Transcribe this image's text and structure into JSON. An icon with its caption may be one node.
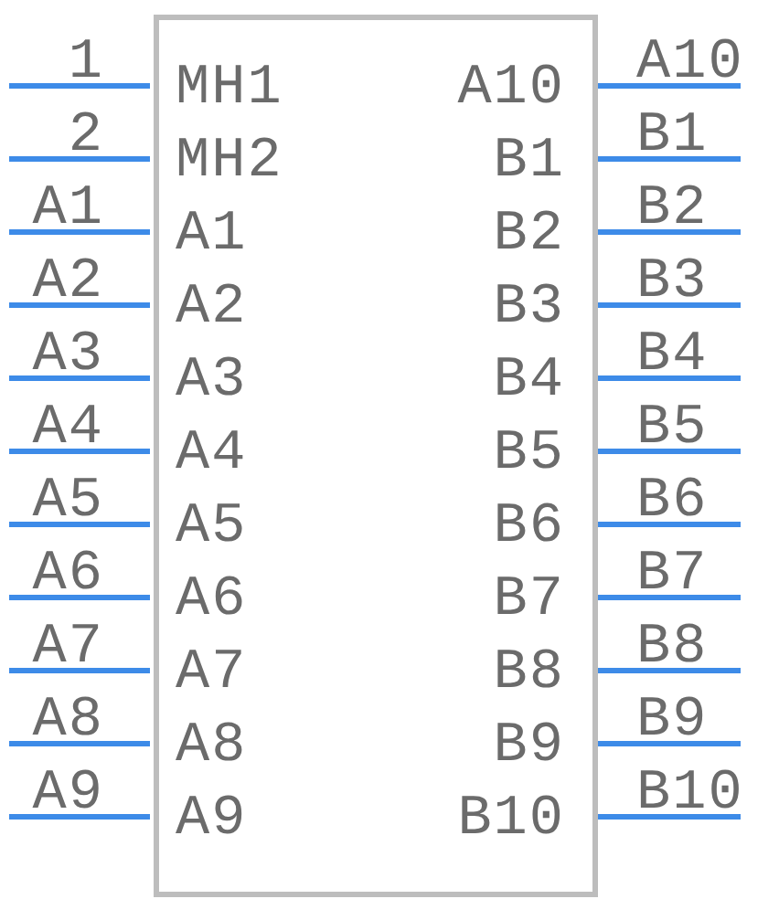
{
  "diagram": {
    "nodes": [
      {
        "text": [],
        "shape": "box"
      }
    ],
    "labels": [
      "1",
      "MH1",
      "A10",
      "A10",
      "2",
      "MH2",
      "B1",
      "B1",
      "A1",
      "A1",
      "B2",
      "B2",
      "A2",
      "A2",
      "B3",
      "B3",
      "A3",
      "A3",
      "B4",
      "B4",
      "A4",
      "A4",
      "B5",
      "B5",
      "A5",
      "A5",
      "B6",
      "B6",
      "A6",
      "A6",
      "B7",
      "B7",
      "A7",
      "A7",
      "B8",
      "B8",
      "A8",
      "A8",
      "B9",
      "B9",
      "A9",
      "A9",
      "B10",
      "B10"
    ]
  }
}
